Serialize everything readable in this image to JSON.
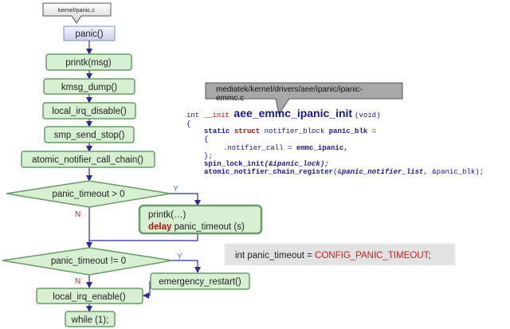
{
  "file_tag": "kernel/panic.c",
  "flow": {
    "panic": "panic()",
    "printk_msg": "printk(msg)",
    "kmsg_dump": "kmsg_dump()",
    "local_irq_disable": "local_irq_disable()",
    "smp_send_stop": "smp_send_stop()",
    "atomic_notifier": "atomic_notifier_call_chain()",
    "cond1": "panic_timeout > 0",
    "cond1_yes": "Y",
    "cond1_no": "N",
    "printk_dots": "printk(…)",
    "delay_kw": "delay",
    "delay_rest": " panic_timeout (s)",
    "cond2": "panic_timeout != 0",
    "cond2_yes": "Y",
    "cond2_no": "N",
    "emergency_restart": "emergency_restart()",
    "local_irq_enable": "local_irq_enable()",
    "while": "while (1);"
  },
  "callout": {
    "line1": "mediatek/kernel/drivers/aee/ipanic/ipanic-",
    "line2": "emmc.c"
  },
  "code": {
    "sig_int": "int",
    "sig_init": "__init",
    "sig_name": "aee_emmc_ipanic_init",
    "sig_args": "(void)",
    "open_brace": "{",
    "l1_static": "static",
    "l1_struct": "struct",
    "l1_rest": " notifier_block ",
    "l1_name": "panic_blk",
    "l1_eq": " =",
    "l2": "{",
    "l3_field": ".notifier_call",
    "l3_eq": "  =  ",
    "l3_val": "emmc_ipanic,",
    "l4": "};",
    "l5_fn": "spin_lock_init",
    "l5_arg": "(&ipanic_lock);",
    "l6_fn": "atomic_notifier_chain_register",
    "l6_a": "(&",
    "l6_b": "panic_notifier_list",
    "l6_c": ", &panic_blk);"
  },
  "timeout_box": {
    "part1": "int panic_timeout = ",
    "part2": "CONFIG_PANIC_TIMEOUT",
    "part3": ";"
  },
  "colors": {
    "box_fill": "#d6f0d1",
    "box_stroke": "#6a9a6a",
    "arrow": "#2b2b9a",
    "keyword_red": "#b01010",
    "title_blue": "#1a1a8c",
    "label_red": "#cc2020",
    "label_blue": "#3a80c0"
  }
}
